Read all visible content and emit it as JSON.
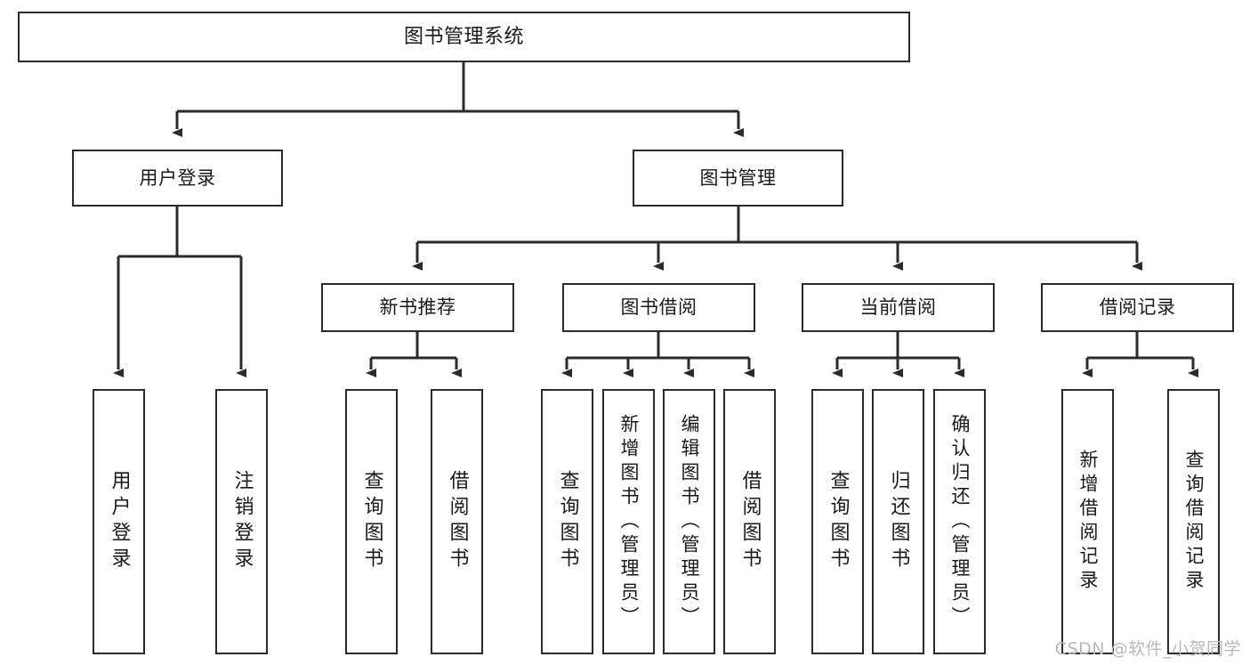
{
  "diagram": {
    "type": "tree-hierarchy",
    "title": "图书管理系统",
    "colors": {
      "box_border": "#2b2b2b",
      "box_fill": "#ffffff",
      "connector": "#2b2b2b",
      "text": "#1a1a1a",
      "watermark": "#b9b9b9",
      "background": "#ffffff"
    },
    "root": {
      "label": "图书管理系统"
    },
    "level2": [
      {
        "label": "用户登录"
      },
      {
        "label": "图书管理"
      }
    ],
    "level3": [
      {
        "label": "新书推荐"
      },
      {
        "label": "图书借阅"
      },
      {
        "label": "当前借阅"
      },
      {
        "label": "借阅记录"
      }
    ],
    "leaves": {
      "user_login": [
        {
          "label": "用户登录"
        },
        {
          "label": "注销登录"
        }
      ],
      "new_book_recommend": [
        {
          "label": "查询图书"
        },
        {
          "label": "借阅图书"
        }
      ],
      "book_borrow": [
        {
          "label": "查询图书"
        },
        {
          "label": "新增图书（管理员）"
        },
        {
          "label": "编辑图书（管理员）"
        },
        {
          "label": "借阅图书"
        }
      ],
      "current_borrow": [
        {
          "label": "查询图书"
        },
        {
          "label": "归还图书"
        },
        {
          "label": "确认归还（管理员）"
        }
      ],
      "borrow_record": [
        {
          "label": "新增借阅记录"
        },
        {
          "label": "查询借阅记录"
        }
      ]
    },
    "watermark": "CSDN @软件_小贺同学"
  }
}
